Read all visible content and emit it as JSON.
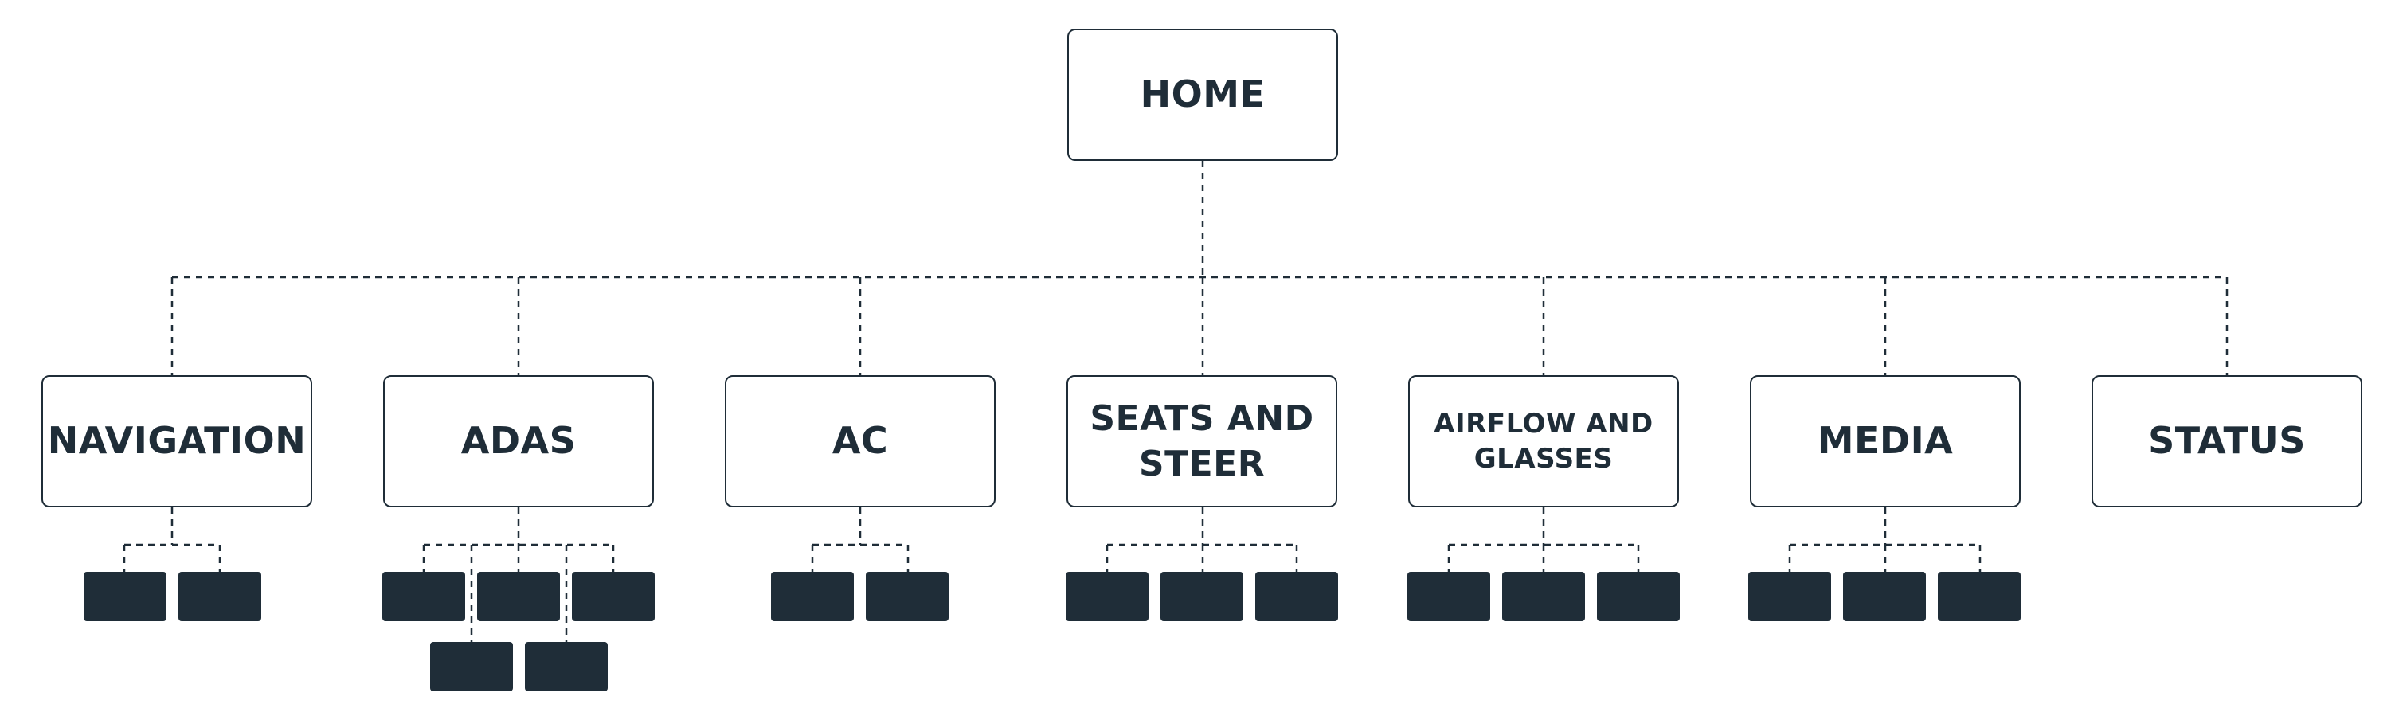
{
  "root": {
    "label": "HOME"
  },
  "categories": [
    {
      "id": "navigation",
      "label": "NAVIGATION",
      "sub_items": 2
    },
    {
      "id": "adas",
      "label": "ADAS",
      "sub_items": 5
    },
    {
      "id": "ac",
      "label": "AC",
      "sub_items": 2
    },
    {
      "id": "seats-and-steer",
      "label": "SEATS AND STEER",
      "sub_items": 3
    },
    {
      "id": "airflow-and-glasses",
      "label": "AIRFLOW AND GLASSES",
      "sub_items": 3
    },
    {
      "id": "media",
      "label": "MEDIA",
      "sub_items": 3
    },
    {
      "id": "status",
      "label": "STATUS",
      "sub_items": 0
    }
  ],
  "colors": {
    "ink": "#1f2d38",
    "background": "#ffffff",
    "connector": "#1f2d38"
  }
}
